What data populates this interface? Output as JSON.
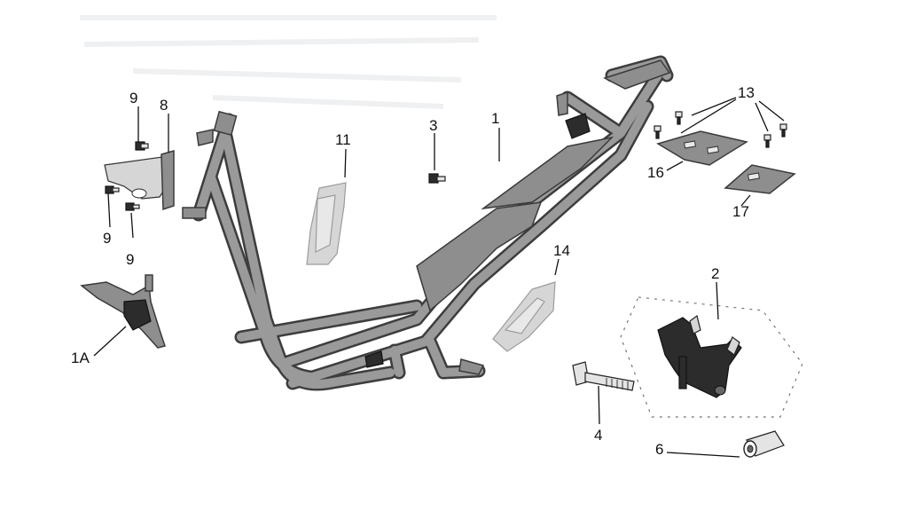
{
  "diagram": {
    "callouts": {
      "c1": "1",
      "c1a": "1A",
      "c2": "2",
      "c3": "3",
      "c4": "4",
      "c6": "6",
      "c8": "8",
      "c9a": "9",
      "c9b": "9",
      "c9c": "9",
      "c11": "11",
      "c13": "13",
      "c14": "14",
      "c16": "16",
      "c17": "17"
    },
    "colors": {
      "frame_tube": "#8c8c8c",
      "frame_outline": "#3d3d3d",
      "bracket_dark": "#2c2c2c",
      "guard_light": "#d6d6d6"
    }
  }
}
